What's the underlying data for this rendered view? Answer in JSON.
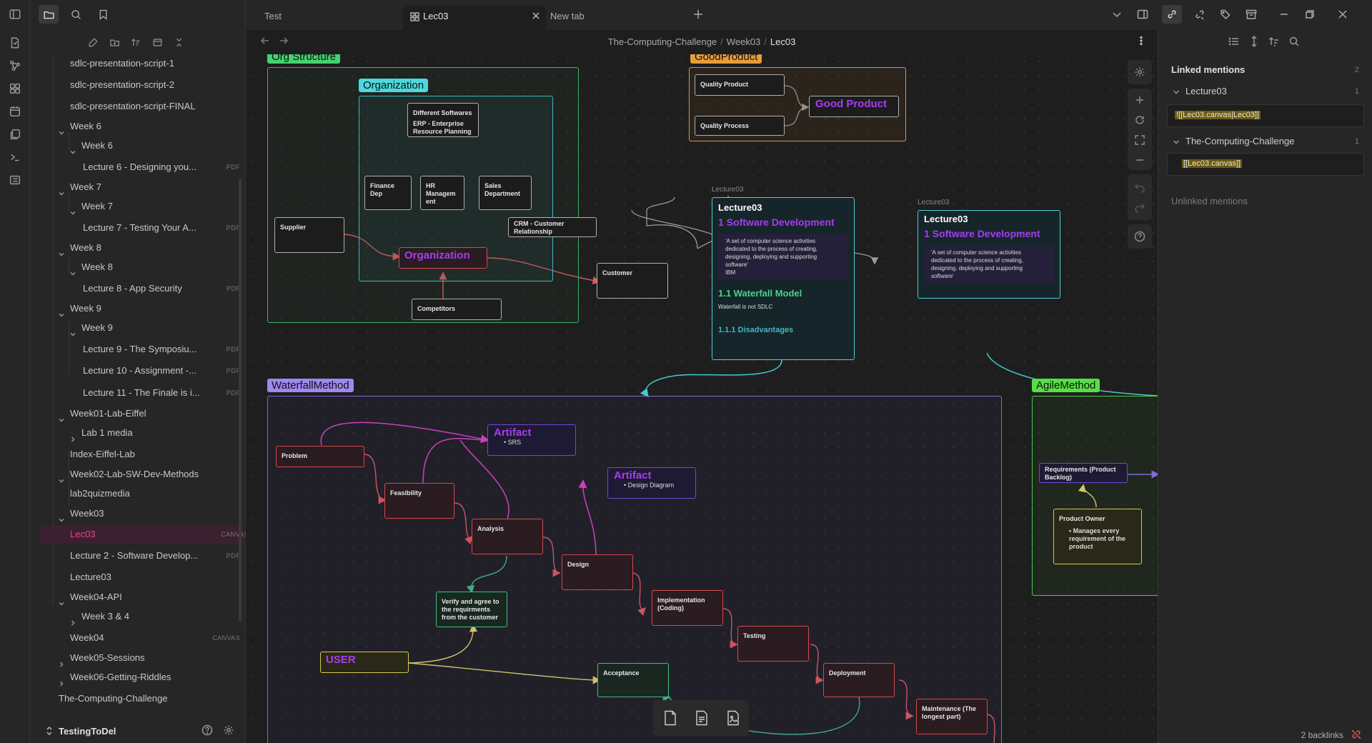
{
  "tabs": [
    {
      "label": "Test"
    },
    {
      "label": "Lec03"
    },
    {
      "label": "New tab"
    }
  ],
  "breadcrumb": {
    "parts": [
      "The-Computing-Challenge",
      "Week03"
    ],
    "current": "Lec03"
  },
  "tree": {
    "items": [
      {
        "label": "sdlc-presentation-script-1",
        "badge": ""
      },
      {
        "label": "sdlc-presentation-script-2",
        "badge": ""
      },
      {
        "label": "sdlc-presentation-script-FINAL",
        "badge": ""
      },
      {
        "label": "Week 6",
        "badge": ""
      },
      {
        "label": "Week 6",
        "badge": ""
      },
      {
        "label": "Lecture 6 - Designing you...",
        "badge": "PDF"
      },
      {
        "label": "Week 7",
        "badge": ""
      },
      {
        "label": "Week 7",
        "badge": ""
      },
      {
        "label": "Lecture 7 - Testing Your A...",
        "badge": "PDF"
      },
      {
        "label": "Week 8",
        "badge": ""
      },
      {
        "label": "Week 8",
        "badge": ""
      },
      {
        "label": "Lecture 8 - App Security",
        "badge": "PDF"
      },
      {
        "label": "Week 9",
        "badge": ""
      },
      {
        "label": "Week 9",
        "badge": ""
      },
      {
        "label": "Lecture 9 - The Symposiu...",
        "badge": "PDF"
      },
      {
        "label": "Lecture 10 - Assignment -...",
        "badge": "PDF"
      },
      {
        "label": "Lecture 11 - The Finale is i...",
        "badge": "PDF"
      },
      {
        "label": "Week01-Lab-Eiffel",
        "badge": ""
      },
      {
        "label": "Lab 1 media",
        "badge": ""
      },
      {
        "label": "Index-Eiffel-Lab",
        "badge": ""
      },
      {
        "label": "Week02-Lab-SW-Dev-Methods",
        "badge": ""
      },
      {
        "label": "lab2quizmedia",
        "badge": ""
      },
      {
        "label": "Week03",
        "badge": ""
      },
      {
        "label": "Lec03",
        "badge": "CANVAS"
      },
      {
        "label": "Lecture 2 - Software Develop...",
        "badge": "PDF"
      },
      {
        "label": "Lecture03",
        "badge": ""
      },
      {
        "label": "Week04-API",
        "badge": ""
      },
      {
        "label": "Week 3 & 4",
        "badge": ""
      },
      {
        "label": "Week04",
        "badge": "CANVAS"
      },
      {
        "label": "Week05-Sessions",
        "badge": ""
      },
      {
        "label": "Week06-Getting-Riddles",
        "badge": ""
      },
      {
        "label": "The-Computing-Challenge",
        "badge": ""
      }
    ]
  },
  "vault": {
    "name": "TestingToDel"
  },
  "canvas": {
    "groups": {
      "org": "Org Structure",
      "organization": "Organization",
      "good": "GoodProduct",
      "waterfall": "WaterfallMethod",
      "agile": "AgileMethod"
    },
    "org": {
      "software": "Different Softwares",
      "erp": "ERP - Enterprise Resource Planning",
      "finance": "Finance Dep",
      "hr": "HR Managem ent",
      "sales": "Sales Department",
      "crm": "CRM - Customer Relationship Management",
      "supplier": "Supplier",
      "organization": "Organization",
      "customer": "Customer",
      "competitors": "Competitors"
    },
    "good": {
      "qproduct": "Quality Product",
      "qprocess": "Quality Process",
      "result": "Good Product"
    },
    "embed": {
      "file": "Lecture03",
      "h1": "Lecture03",
      "h2": "1 Software Development",
      "quote": "'A set of computer science activities dedicated to the process of creating, designing, deploying and supporting software'",
      "quote_src": "IBM",
      "h3": "1.1 Waterfall Model",
      "p": "Waterfall is not SDLC",
      "h4": "1.1.1 Disadvantages"
    },
    "waterfall": {
      "problem": "Problem",
      "artifact1": "Artifact",
      "srs": "SRS",
      "feasibility": "Feasibility",
      "analysis": "Analysis",
      "artifact2": "Artifact",
      "design_diagram": "Design Diagram",
      "design": "Design",
      "verify": "Verify and agree to the requirments from the customer",
      "implementation": "Implementation (Coding)",
      "testing": "Testing",
      "user": "USER",
      "acceptance": "Acceptance",
      "deployment": "Deployment",
      "maintenance": "Maintenance (The longest part)"
    },
    "agile": {
      "requirements": "Requirements (Product Backlog)",
      "owner": "Product Owner",
      "owner_note": "Manages every requirement of the product"
    }
  },
  "rightpane": {
    "linked": "Linked mentions",
    "linked_count": "2",
    "files": [
      {
        "name": "Lecture03",
        "count": "1",
        "snippet": "![[Lec03.canvas|Lec03]]"
      },
      {
        "name": "The-Computing-Challenge",
        "count": "1",
        "snippet": "[[Lec03.canvas]]"
      }
    ],
    "unlinked": "Unlinked mentions",
    "backlinks": "2 backlinks"
  }
}
